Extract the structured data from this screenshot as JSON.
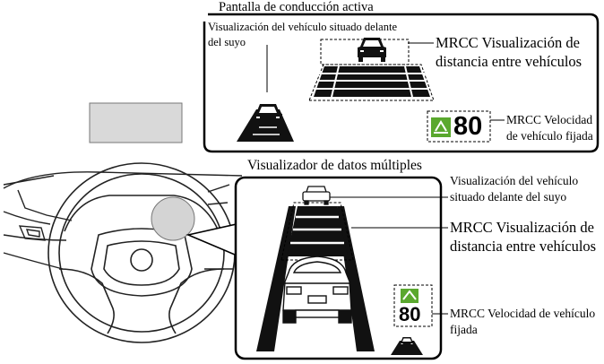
{
  "labels": {
    "hud_title": "Pantalla de conducción activa",
    "hud_preceding_vehicle": "Visualización del vehículo situado delante del suyo",
    "hud_distance": "MRCC Visualización de distancia entre vehículos",
    "hud_set_speed": "MRCC Velocidad de vehículo fijada",
    "mid_title": "Visualizador de datos múltiples",
    "mid_preceding_vehicle": "Visualización del vehículo situado delante del suyo",
    "mid_distance": "MRCC Visualización de distancia entre vehículos",
    "mid_set_speed": "MRCC Velocidad de vehículo fijada"
  },
  "hud_speed": "80",
  "mid_speed": "80",
  "colors": {
    "accent_green": "#5aa82e",
    "hud_box": "#d9d9d9",
    "gauge": "#d4d4d4"
  }
}
